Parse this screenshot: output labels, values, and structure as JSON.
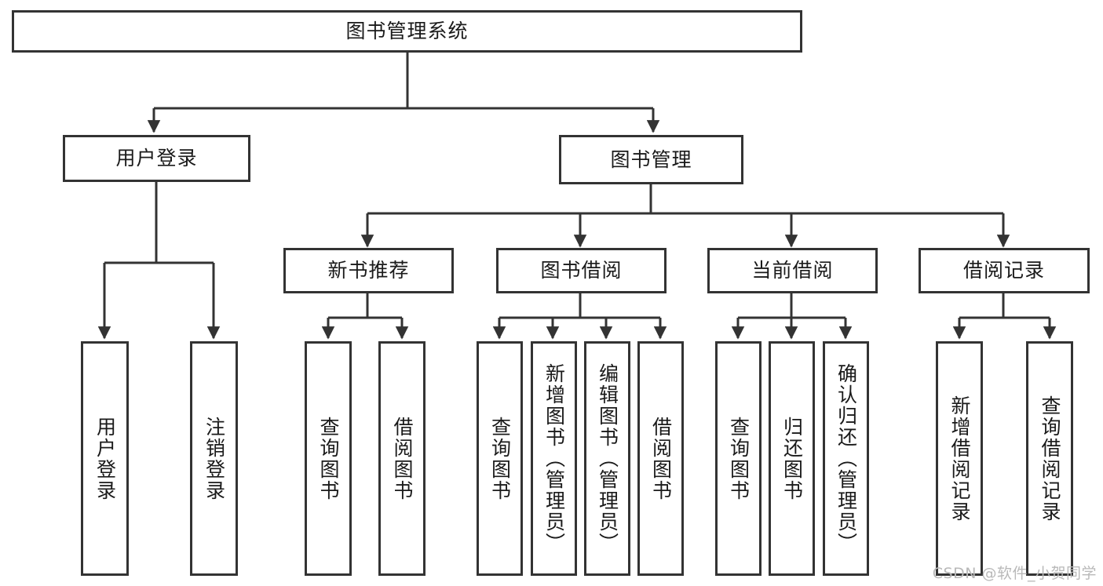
{
  "diagram": {
    "title": "图书管理系统",
    "type": "tree-hierarchy-chart",
    "root": {
      "id": "root",
      "label": "图书管理系统"
    },
    "level1": [
      {
        "id": "user-login",
        "label": "用户登录"
      },
      {
        "id": "book-management",
        "label": "图书管理"
      }
    ],
    "level2": [
      {
        "id": "new-book-recommend",
        "label": "新书推荐",
        "parent": "book-management"
      },
      {
        "id": "book-borrow",
        "label": "图书借阅",
        "parent": "book-management"
      },
      {
        "id": "current-borrow",
        "label": "当前借阅",
        "parent": "book-management"
      },
      {
        "id": "borrow-record",
        "label": "借阅记录",
        "parent": "book-management"
      }
    ],
    "leaves": [
      {
        "id": "leaf-user-login",
        "label": "用户登录",
        "parent": "user-login"
      },
      {
        "id": "leaf-logout-login",
        "label": "注销登录",
        "parent": "user-login"
      },
      {
        "id": "leaf-query-book-1",
        "label": "查询图书",
        "parent": "new-book-recommend"
      },
      {
        "id": "leaf-borrow-book-1",
        "label": "借阅图书",
        "parent": "new-book-recommend"
      },
      {
        "id": "leaf-query-book-2",
        "label": "查询图书",
        "parent": "book-borrow"
      },
      {
        "id": "leaf-add-book",
        "label": "新增图书（管理员）",
        "parent": "book-borrow"
      },
      {
        "id": "leaf-edit-book",
        "label": "编辑图书（管理员）",
        "parent": "book-borrow"
      },
      {
        "id": "leaf-borrow-book-2",
        "label": "借阅图书",
        "parent": "book-borrow"
      },
      {
        "id": "leaf-query-book-3",
        "label": "查询图书",
        "parent": "current-borrow"
      },
      {
        "id": "leaf-return-book",
        "label": "归还图书",
        "parent": "current-borrow"
      },
      {
        "id": "leaf-confirm-return",
        "label": "确认归还（管理员）",
        "parent": "current-borrow"
      },
      {
        "id": "leaf-add-record",
        "label": "新增借阅记录",
        "parent": "borrow-record"
      },
      {
        "id": "leaf-query-record",
        "label": "查询借阅记录",
        "parent": "borrow-record"
      }
    ],
    "colors": {
      "stroke": "#333333",
      "fill": "#ffffff",
      "text": "#1a1a1a",
      "watermark": "#b9b9b9"
    }
  },
  "watermark": {
    "text": "CSDN @软件_小贺同学"
  }
}
